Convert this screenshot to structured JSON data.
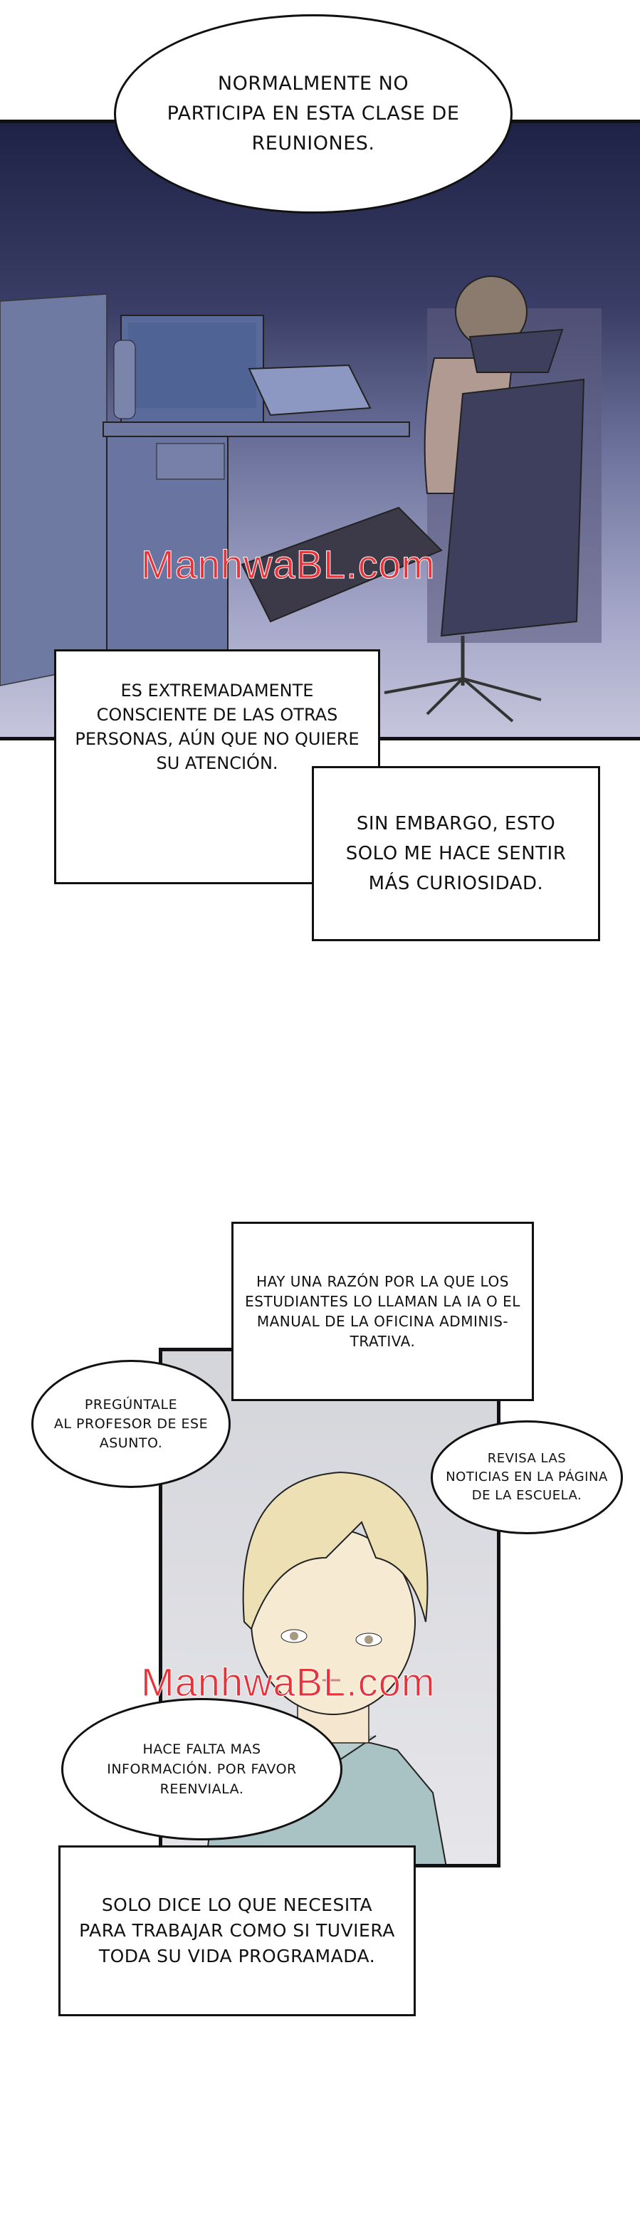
{
  "panel1": {
    "speech_bubble": "NORMALMENTE NO\nPARTICIPA EN ESTA CLASE DE\nREUNIONES.",
    "watermark": "ManhwaBL.com",
    "caption_1": "ES EXTREMADAMENTE\nCONSCIENTE DE LAS OTRAS\nPERSONAS, AÚN QUE NO QUIERE\nSU ATENCIÓN.",
    "caption_2": "SIN EMBARGO, ESTO\nSOLO ME HACE SENTIR\nMÁS CURIOSIDAD."
  },
  "panel2": {
    "caption_top": "HAY UNA RAZÓN POR LA QUE LOS\nESTUDIANTES LO LLAMAN LA IA O EL\nMANUAL DE LA OFICINA ADMINIS-\nTRATIVA.",
    "bubble_left": "PREGÚNTALE\nAL PROFESOR DE ESE\nASUNTO.",
    "bubble_right": "REVISA LAS\nNOTICIAS EN LA PÁGINA\nDE LA ESCUELA.",
    "bubble_bottom": "HACE FALTA MAS\nINFORMACIÓN. POR FAVOR\nREENVIALA.",
    "watermark": "ManhwaBL.com",
    "caption_bottom": "SOLO DICE LO QUE NECESITA\nPARA TRABAJAR COMO SI TUVIERA\nTODA SU VIDA PROGRAMADA."
  }
}
